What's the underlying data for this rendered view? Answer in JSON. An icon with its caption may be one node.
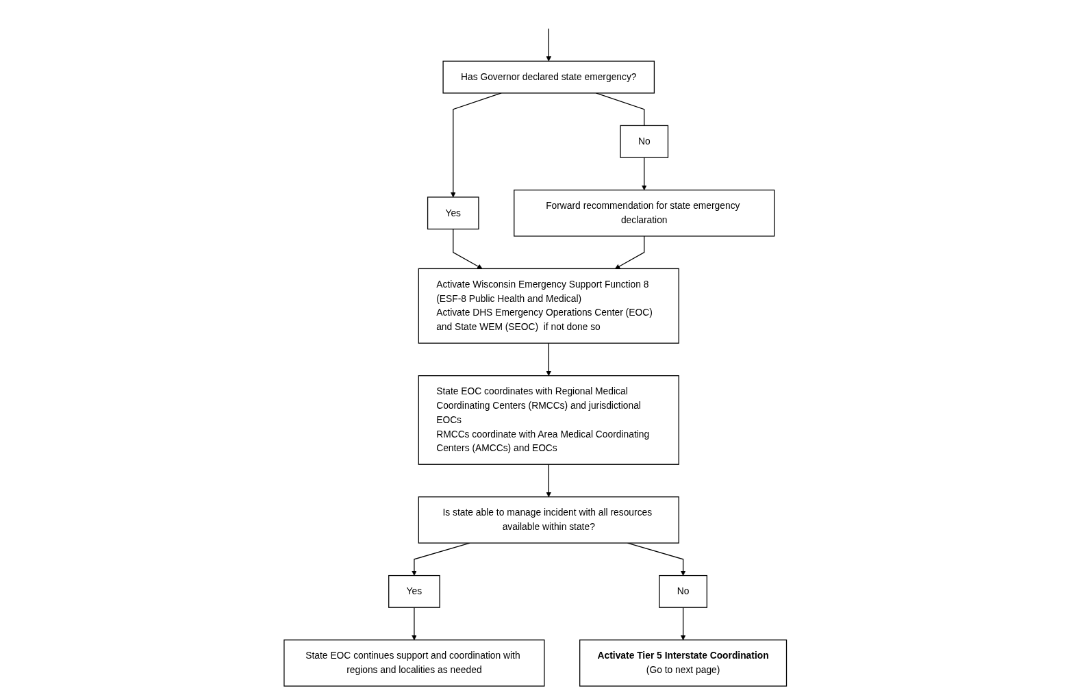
{
  "diagram": {
    "nodes": [
      {
        "text": [
          "Has Governor declared state emergency?"
        ]
      },
      {
        "text": [
          "Yes"
        ]
      },
      {
        "text": [
          "No"
        ]
      },
      {
        "text": [
          "Activate Wisconsin Emergency Support Function 8 (ESF-8 Public Health and Medical)",
          "Activate DHS Emergency Operations Center (EOC) and State WEM (SEOC)  if not done so"
        ]
      },
      {
        "text": [
          "Forward recommendation for state emergency declaration"
        ]
      },
      {
        "text": [
          "State EOC coordinates with Regional Medical Coordinating Centers (RMCCs) and jurisdictional EOCs",
          "RMCCs coordinate with Area Medical Coordinating Centers (AMCCs) and EOCs"
        ]
      },
      {
        "text": [
          "Is state able to manage incident with all resources available within state?"
        ]
      },
      {
        "text": [
          "Yes"
        ]
      },
      {
        "text": [
          "No"
        ]
      },
      {
        "text": [
          "State EOC continues support and coordination with regions and localities as needed"
        ]
      },
      {
        "text": [
          "Activate Tier 5 Interstate Coordination",
          "(Go to next page)"
        ]
      }
    ],
    "edges": [
      {
        "from": null,
        "to": 0,
        "arrow": "to"
      },
      {
        "from": 0,
        "to": 1,
        "arrow": "to"
      },
      {
        "from": 0,
        "to": 2,
        "arrow": "none"
      },
      {
        "from": 1,
        "to": 3,
        "arrow": "to"
      },
      {
        "from": 2,
        "to": 4,
        "arrow": "to"
      },
      {
        "from": 4,
        "to": 3,
        "arrow": "to"
      },
      {
        "from": 3,
        "to": 5,
        "arrow": "to"
      },
      {
        "from": 5,
        "to": 6,
        "arrow": "to"
      },
      {
        "from": 6,
        "to": 7,
        "arrow": "to"
      },
      {
        "from": 7,
        "to": 9,
        "arrow": "to"
      },
      {
        "from": 6,
        "to": 8,
        "arrow": "to"
      },
      {
        "from": 8,
        "to": 10,
        "arrow": "to"
      }
    ]
  }
}
